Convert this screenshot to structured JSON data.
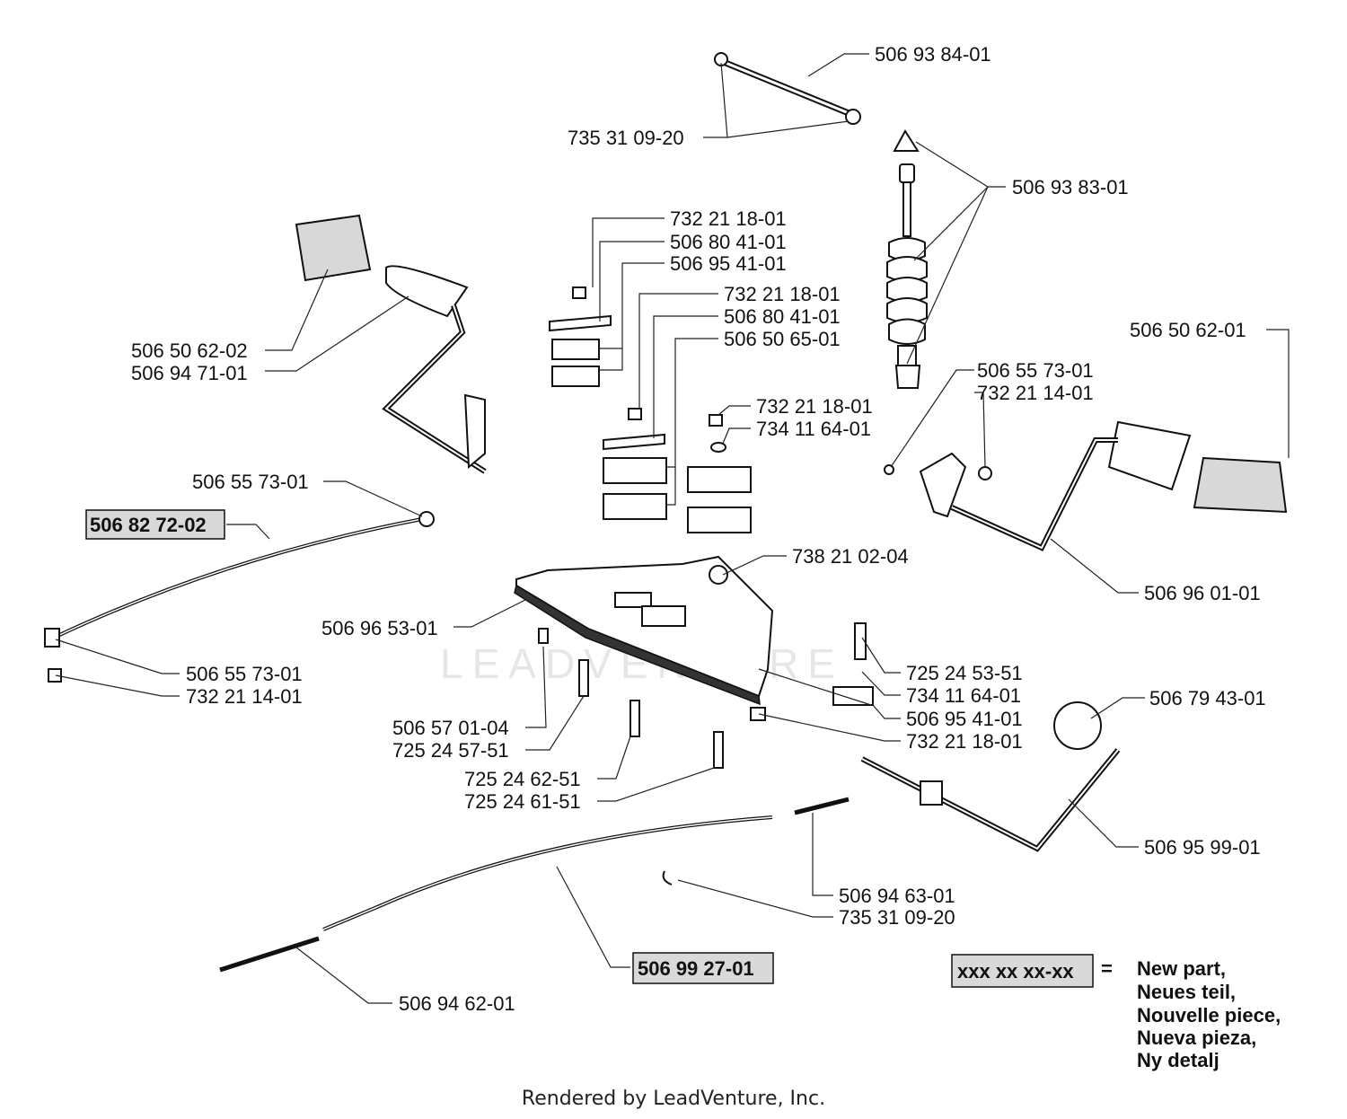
{
  "watermark": "LEADVENTURE",
  "footer": "Rendered by LeadVenture, Inc.",
  "legend": {
    "sample": "xxx xx xx-xx",
    "equals": "=",
    "lines": [
      "New part,",
      "Neues teil,",
      "Nouvelle piece,",
      "Nueva pieza,",
      "Ny detalj"
    ]
  },
  "labels": [
    "506 93 84-01",
    "735 31 09-20",
    "506 93 83-01",
    "732 21 18-01",
    "506 80 41-01",
    "506 95 41-01",
    "732 21 18-01",
    "506 80 41-01",
    "506 50 65-01",
    "506 50 62-02",
    "506 94 71-01",
    "506 50 62-01",
    "506 55 73-01",
    "732 21 14-01",
    "732 21 18-01",
    "734 11 64-01",
    "506 55 73-01",
    "506 82 72-02",
    "738 21 02-04",
    "506 96 01-01",
    "506 96 53-01",
    "506 55 73-01",
    "732 21 14-01",
    "725 24 53-51",
    "734 11 64-01",
    "506 95 41-01",
    "732 21 18-01",
    "506 79 43-01",
    "506 57 01-04",
    "725 24 57-51",
    "725 24 62-51",
    "725 24 61-51",
    "506 95 99-01",
    "506 94 63-01",
    "735 31 09-20",
    "506 99 27-01",
    "506 94 62-01"
  ]
}
